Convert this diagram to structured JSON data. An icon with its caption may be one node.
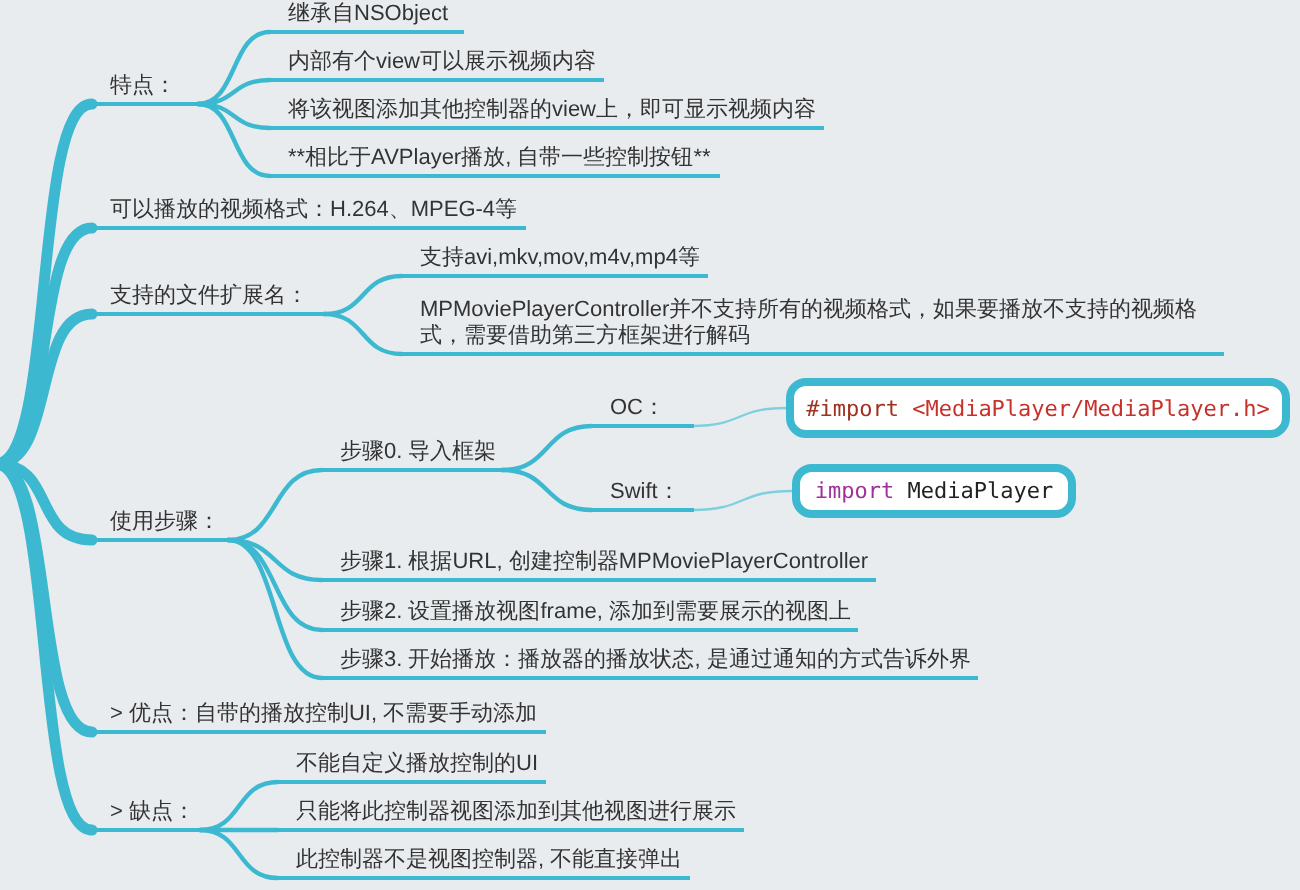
{
  "diagram": {
    "nodes": [
      {
        "text": [
          "特点："
        ]
      },
      {
        "text": [
          "继承自NSObject"
        ]
      },
      {
        "text": [
          "内部有个view可以展示视频内容"
        ]
      },
      {
        "text": [
          "将该视图添加其他控制器的view上，即可显示视频内容"
        ]
      },
      {
        "text": [
          "**相比于AVPlayer播放, 自带一些控制按钮**"
        ]
      },
      {
        "text": [
          "可以播放的视频格式：H.264、MPEG-4等"
        ]
      },
      {
        "text": [
          "支持的文件扩展名："
        ]
      },
      {
        "text": [
          "支持avi,mkv,mov,m4v,mp4等"
        ]
      },
      {
        "text": [
          "MPMoviePlayerController并不支持所有的视频格式，如果要播放不支持的视频格式，需要借助第三方框架进行解码"
        ]
      },
      {
        "text": [
          "使用步骤："
        ]
      },
      {
        "text": [
          "步骤0. 导入框架"
        ]
      },
      {
        "text": [
          "OC："
        ]
      },
      {
        "text": [
          "#import <MediaPlayer/MediaPlayer.h>"
        ]
      },
      {
        "text": [
          "Swift："
        ]
      },
      {
        "text": [
          "import MediaPlayer"
        ]
      },
      {
        "text": [
          "步骤1. 根据URL, 创建控制器MPMoviePlayerController"
        ]
      },
      {
        "text": [
          "步骤2. 设置播放视图frame, 添加到需要展示的视图上"
        ]
      },
      {
        "text": [
          "步骤3. 开始播放：播放器的播放状态, 是通过通知的方式告诉外界"
        ]
      },
      {
        "text": [
          "> 优点：自带的播放控制UI, 不需要手动添加"
        ]
      },
      {
        "text": [
          "> 缺点："
        ]
      },
      {
        "text": [
          "不能自定义播放控制的UI"
        ]
      },
      {
        "text": [
          "只能将此控制器视图添加到其他视图进行展示"
        ]
      },
      {
        "text": [
          "此控制器不是视图控制器, 不能直接弹出"
        ]
      }
    ],
    "edges": [
      {
        "from": null,
        "to": 0,
        "arrow": "none",
        "style": "thick"
      },
      {
        "from": 0,
        "to": 1,
        "arrow": "none"
      },
      {
        "from": 0,
        "to": 2,
        "arrow": "none"
      },
      {
        "from": 0,
        "to": 3,
        "arrow": "none"
      },
      {
        "from": 0,
        "to": 4,
        "arrow": "none"
      },
      {
        "from": null,
        "to": 5,
        "arrow": "none",
        "style": "thick"
      },
      {
        "from": null,
        "to": 6,
        "arrow": "none",
        "style": "thick"
      },
      {
        "from": 6,
        "to": 7,
        "arrow": "none"
      },
      {
        "from": 6,
        "to": 8,
        "arrow": "none"
      },
      {
        "from": null,
        "to": 9,
        "arrow": "none",
        "style": "thick"
      },
      {
        "from": 9,
        "to": 10,
        "arrow": "none"
      },
      {
        "from": 10,
        "to": 11,
        "arrow": "none"
      },
      {
        "from": 11,
        "to": 12,
        "arrow": "none",
        "color": "#7fd0de"
      },
      {
        "from": 10,
        "to": 13,
        "arrow": "none"
      },
      {
        "from": 13,
        "to": 14,
        "arrow": "none",
        "color": "#7fd0de"
      },
      {
        "from": 9,
        "to": 15,
        "arrow": "none"
      },
      {
        "from": 9,
        "to": 16,
        "arrow": "none"
      },
      {
        "from": 9,
        "to": 17,
        "arrow": "none"
      },
      {
        "from": null,
        "to": 18,
        "arrow": "none",
        "style": "thick"
      },
      {
        "from": null,
        "to": 19,
        "arrow": "none",
        "style": "thick"
      },
      {
        "from": 19,
        "to": 20,
        "arrow": "none"
      },
      {
        "from": 19,
        "to": 21,
        "arrow": "none"
      },
      {
        "from": 19,
        "to": 22,
        "arrow": "none"
      }
    ]
  }
}
